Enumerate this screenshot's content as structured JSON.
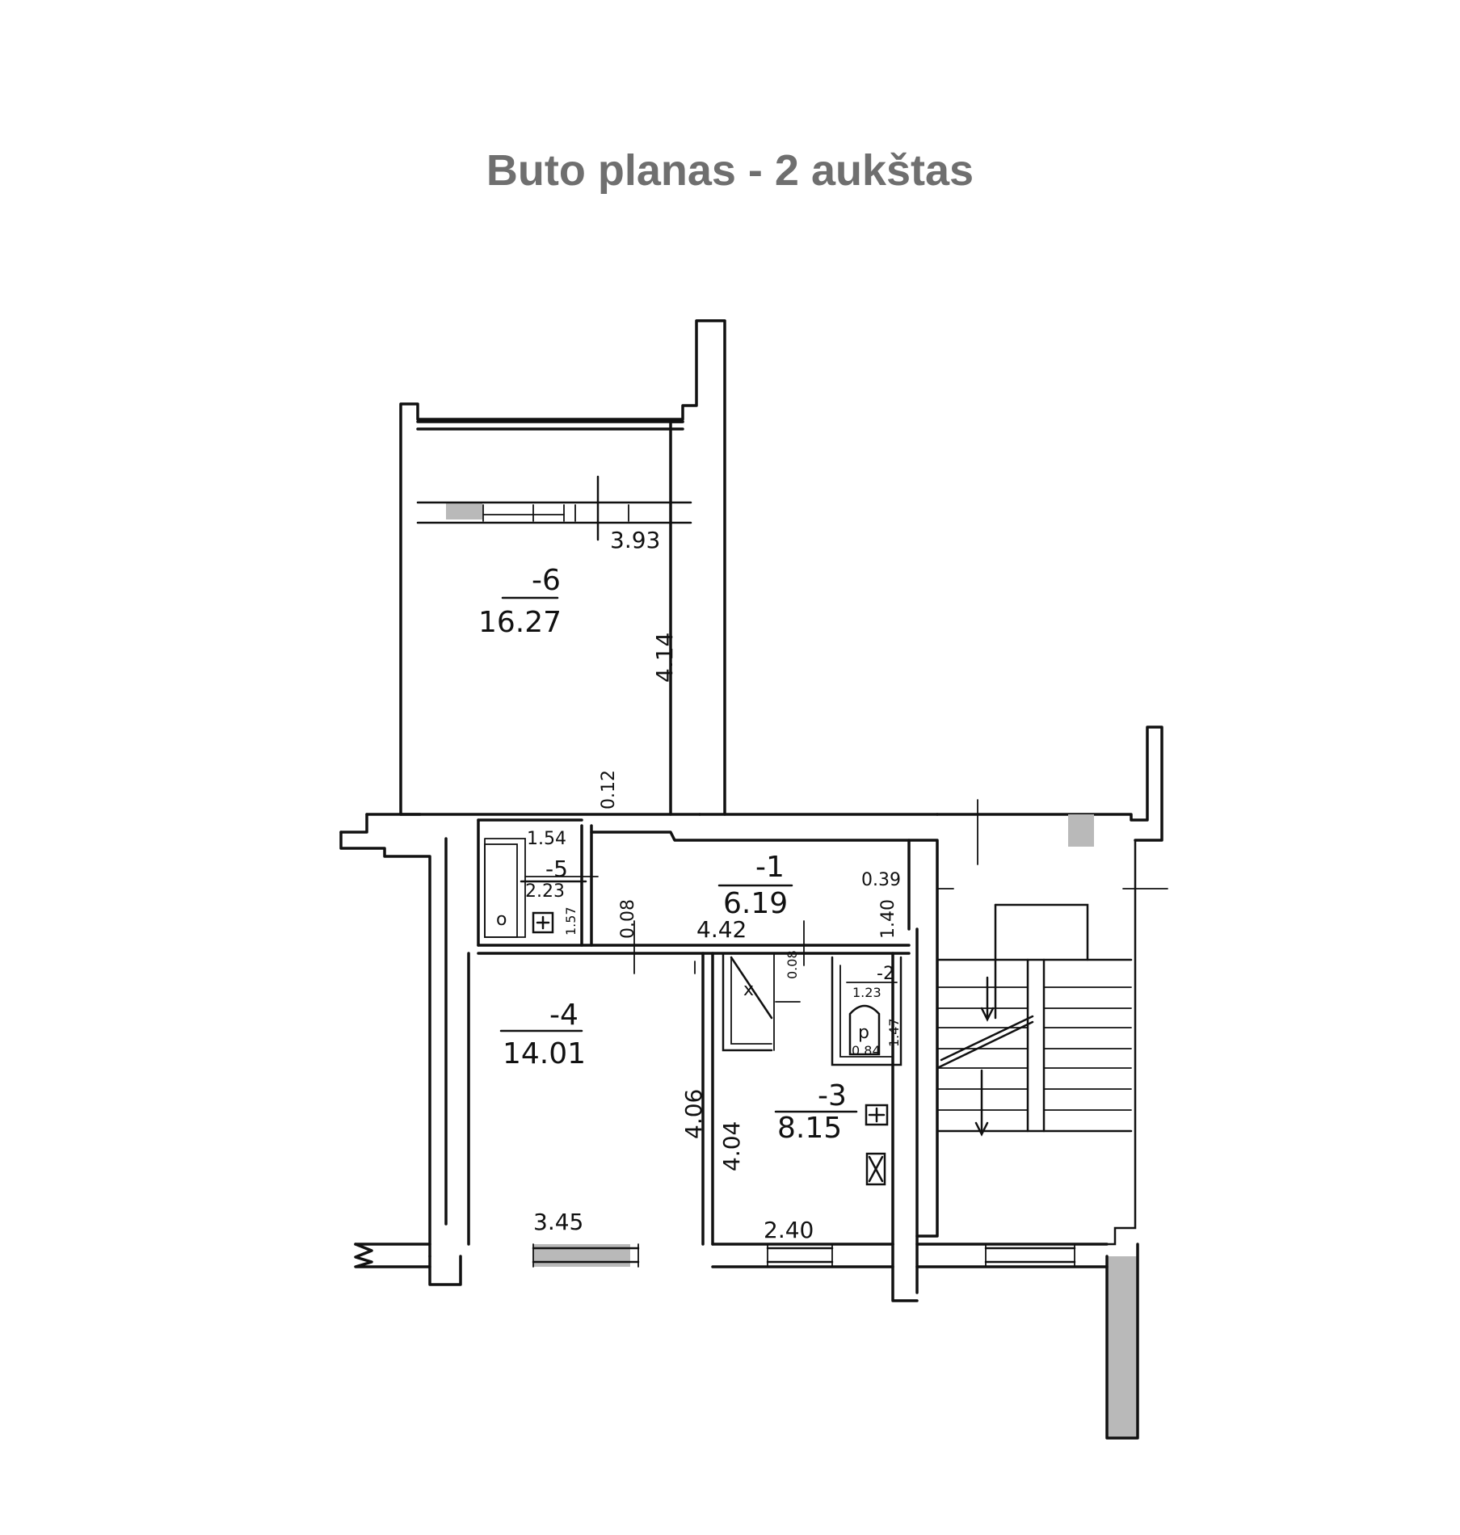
{
  "title": "Buto planas - 2 aukštas",
  "rooms": [
    {
      "id": "-6",
      "area": "16.27"
    },
    {
      "id": "-5",
      "area": "2.23"
    },
    {
      "id": "-1",
      "area": "6.19"
    },
    {
      "id": "-4",
      "area": "14.01"
    },
    {
      "id": "-3",
      "area": "8.15"
    },
    {
      "id": "-2",
      "area": "1.23"
    }
  ],
  "dimensions": {
    "d393": "3.93",
    "d414": "4.14",
    "d012": "0.12",
    "d154": "1.54",
    "d157": "1.57",
    "d008": "0.08",
    "d442": "4.42",
    "d039": "0.39",
    "d140": "1.40",
    "d008b": "0.08",
    "d147": "1.47",
    "d084": "0.84",
    "d406": "4.06",
    "d404": "4.04",
    "d345": "3.45",
    "d240": "2.40"
  },
  "fixtures": {
    "toilet": "o",
    "closet": "p",
    "mark": "x"
  },
  "colors": {
    "title": "#6f6f6f",
    "ink": "#111111",
    "shade": "#b9b9b9"
  }
}
